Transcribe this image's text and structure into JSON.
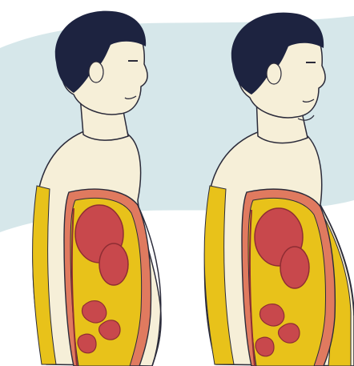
{
  "illustration": {
    "figures": [
      {
        "id": "left",
        "build": "slim"
      },
      {
        "id": "right",
        "build": "heavier"
      }
    ],
    "colors": {
      "background_tint": "#cfe3e6",
      "skin": "#f6efd8",
      "hair": "#1d2340",
      "outline": "#2b2b3a",
      "visceral_fat": "#e8c21a",
      "abdominal_wall": "#e07a5f",
      "organs": "#c8484c",
      "organ_dark": "#8e2d33"
    }
  }
}
